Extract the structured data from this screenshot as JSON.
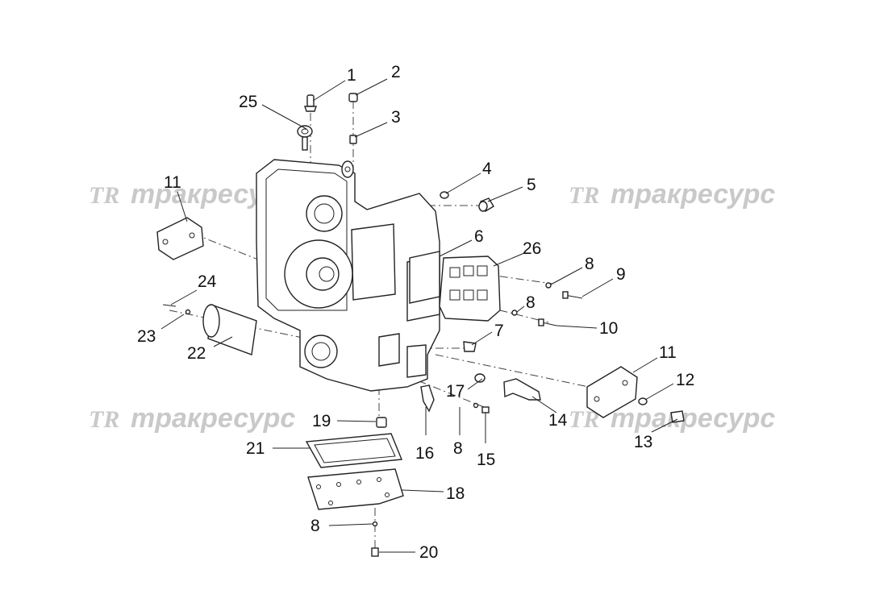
{
  "watermark": {
    "logo": "TR",
    "text": "тракресурс"
  },
  "callouts": [
    {
      "id": "c1",
      "label": "1"
    },
    {
      "id": "c2",
      "label": "2"
    },
    {
      "id": "c3",
      "label": "3"
    },
    {
      "id": "c4",
      "label": "4"
    },
    {
      "id": "c5",
      "label": "5"
    },
    {
      "id": "c6",
      "label": "6"
    },
    {
      "id": "c7",
      "label": "7"
    },
    {
      "id": "c8a",
      "label": "8"
    },
    {
      "id": "c8b",
      "label": "8"
    },
    {
      "id": "c8c",
      "label": "8"
    },
    {
      "id": "c8d",
      "label": "8"
    },
    {
      "id": "c9",
      "label": "9"
    },
    {
      "id": "c10",
      "label": "10"
    },
    {
      "id": "c11a",
      "label": "11"
    },
    {
      "id": "c11b",
      "label": "11"
    },
    {
      "id": "c12",
      "label": "12"
    },
    {
      "id": "c13",
      "label": "13"
    },
    {
      "id": "c14",
      "label": "14"
    },
    {
      "id": "c15",
      "label": "15"
    },
    {
      "id": "c16",
      "label": "16"
    },
    {
      "id": "c17",
      "label": "17"
    },
    {
      "id": "c18",
      "label": "18"
    },
    {
      "id": "c19",
      "label": "19"
    },
    {
      "id": "c20",
      "label": "20"
    },
    {
      "id": "c21",
      "label": "21"
    },
    {
      "id": "c22",
      "label": "22"
    },
    {
      "id": "c23",
      "label": "23"
    },
    {
      "id": "c24",
      "label": "24"
    },
    {
      "id": "c25",
      "label": "25"
    },
    {
      "id": "c26",
      "label": "26"
    }
  ]
}
